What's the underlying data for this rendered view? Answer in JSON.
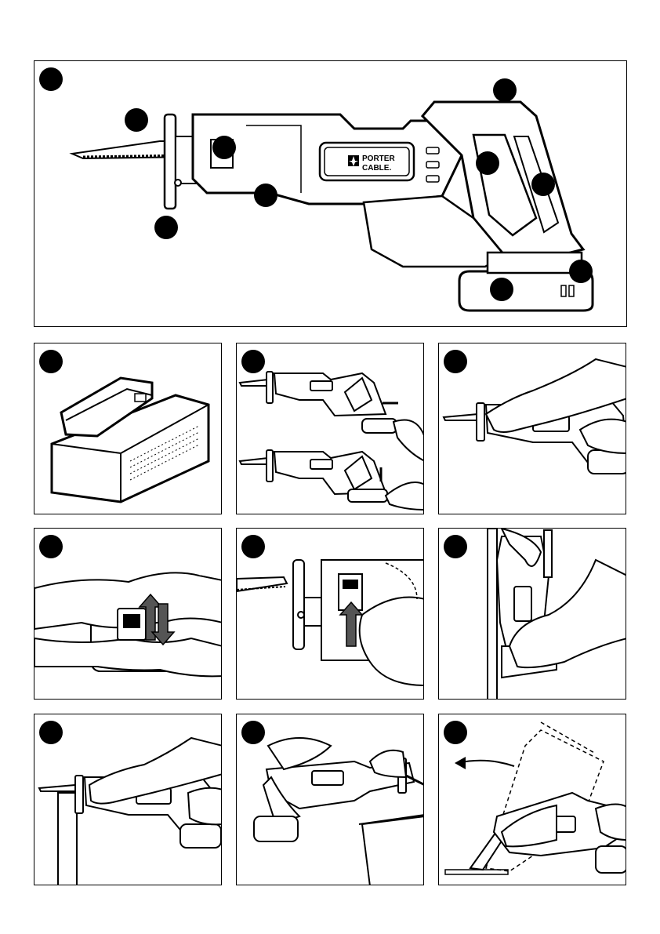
{
  "brand": {
    "logo_line1": "PORTER",
    "logo_line2": "CABLE."
  },
  "figures": [
    {
      "id": "main-tool-overview",
      "callouts": 8
    },
    {
      "id": "battery-on-charger"
    },
    {
      "id": "battery-insert-remove"
    },
    {
      "id": "two-hand-grip"
    },
    {
      "id": "trigger-lock-switch"
    },
    {
      "id": "blade-insertion"
    },
    {
      "id": "vertical-cutting"
    },
    {
      "id": "flush-cutting"
    },
    {
      "id": "pipe-cutting"
    },
    {
      "id": "plunge-cutting"
    }
  ]
}
